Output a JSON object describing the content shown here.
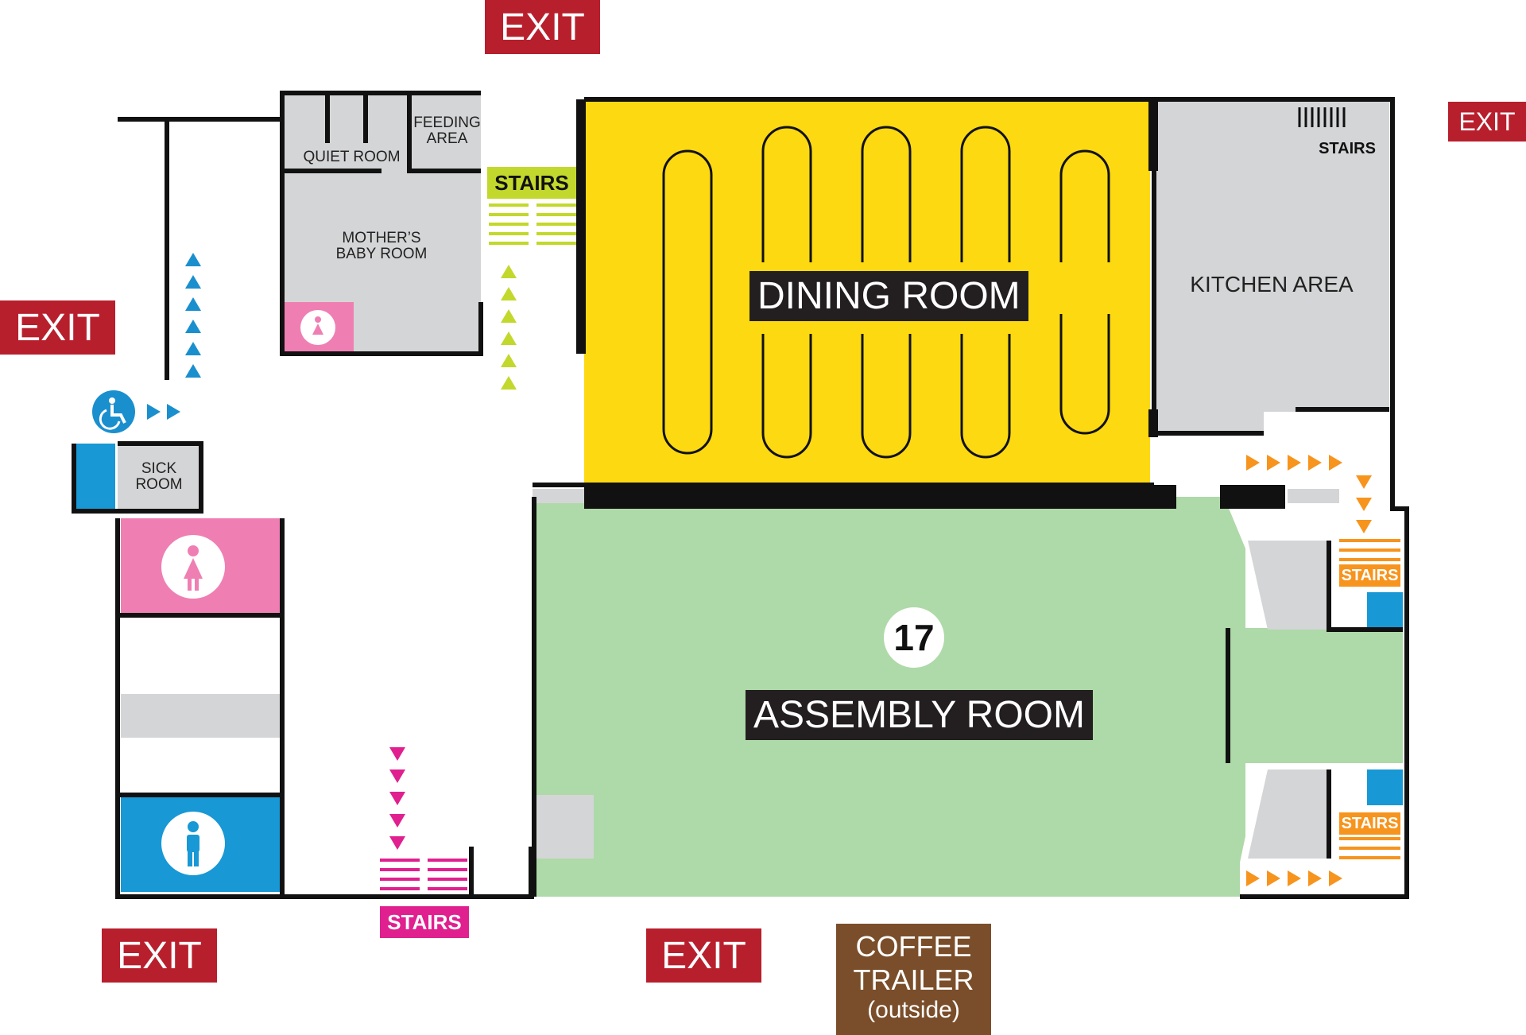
{
  "colors": {
    "wall": "#111111",
    "room_gray": "#d4d5d6",
    "dining": "#fcd911",
    "assembly": "#aed9a8",
    "womens": "#ef7fb2",
    "mens": "#1898d5",
    "exit": "#b81f2d",
    "stairs_green": "#c3d82c",
    "stairs_magenta": "#e0208f",
    "stairs_orange": "#f7941d",
    "accessible_blue": "#1a8fce",
    "coffee": "#7a4e2a"
  },
  "exits": {
    "top": "EXIT",
    "right": "EXIT",
    "left": "EXIT",
    "bottom_left": "EXIT",
    "bottom_right": "EXIT"
  },
  "rooms": {
    "quiet_room": "QUIET ROOM",
    "feeding_area_line1": "FEEDING",
    "feeding_area_line2": "AREA",
    "mothers_line1": "MOTHER’S",
    "mothers_line2": "BABY ROOM",
    "sick_line1": "SICK",
    "sick_line2": "ROOM",
    "dining_room": "DINING ROOM",
    "kitchen_area": "KITCHEN AREA",
    "assembly_room": "ASSEMBLY ROOM",
    "assembly_number": "17"
  },
  "stairs": {
    "green": "STAIRS",
    "kitchen": "STAIRS",
    "magenta": "STAIRS",
    "orange_upper": "STAIRS",
    "orange_lower": "STAIRS"
  },
  "coffee_trailer": {
    "line1": "COFFEE",
    "line2": "TRAILER",
    "line3": "(outside)"
  },
  "icons": [
    "womens-restroom-icon",
    "mens-restroom-icon",
    "accessible-icon",
    "direction-arrow-icon"
  ]
}
